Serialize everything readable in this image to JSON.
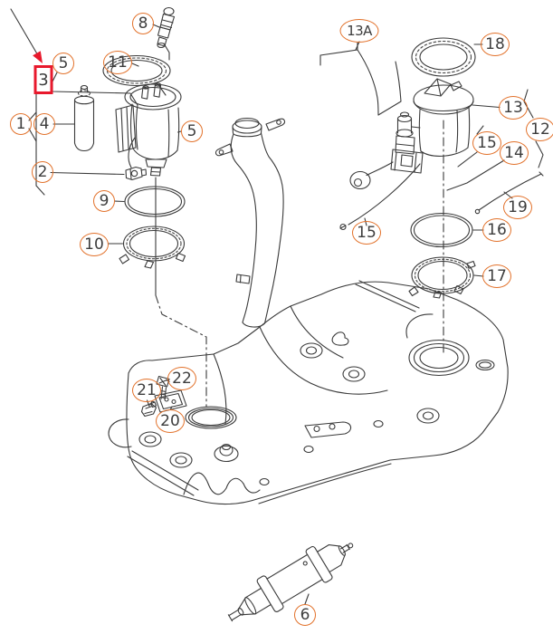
{
  "diagram": {
    "kind": "exploded-parts-diagram",
    "subject": "fuel tank with fuel delivery unit and sender, exploded view",
    "colors": {
      "background": "#ffffff",
      "line_art": "#3a3a3a",
      "callout_ring": "#e2712a",
      "callout_text": "#3d3d3d",
      "highlight": "#e8192c"
    },
    "highlight": {
      "item": "3",
      "marker": "red-box",
      "pointer": "red-arrow"
    },
    "callouts": [
      {
        "label": "1"
      },
      {
        "label": "2"
      },
      {
        "label": "3"
      },
      {
        "label": "4"
      },
      {
        "label": "5"
      },
      {
        "label": "5"
      },
      {
        "label": "6"
      },
      {
        "label": "8"
      },
      {
        "label": "9"
      },
      {
        "label": "10"
      },
      {
        "label": "11"
      },
      {
        "label": "12"
      },
      {
        "label": "13"
      },
      {
        "label": "13A"
      },
      {
        "label": "14"
      },
      {
        "label": "15"
      },
      {
        "label": "15"
      },
      {
        "label": "16"
      },
      {
        "label": "17"
      },
      {
        "label": "18"
      },
      {
        "label": "19"
      },
      {
        "label": "20"
      },
      {
        "label": "21"
      },
      {
        "label": "22"
      }
    ]
  }
}
